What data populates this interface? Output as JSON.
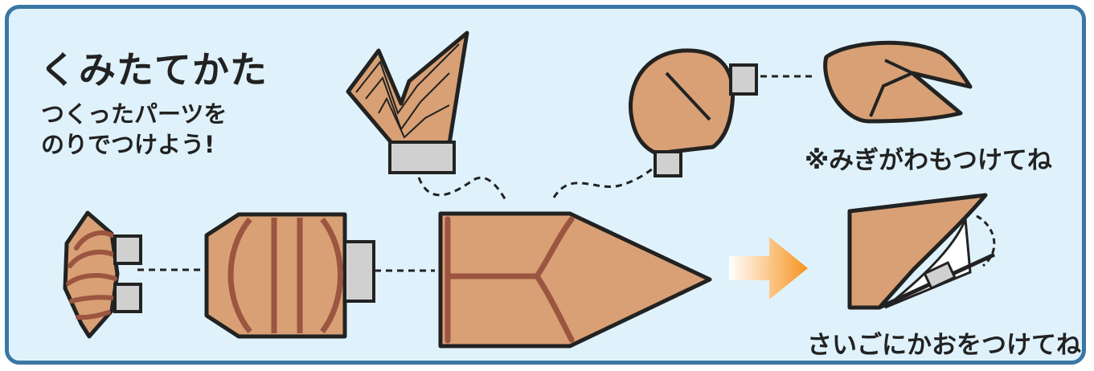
{
  "title": "くみたてかた",
  "instruction": {
    "line1": "つくったパーツを",
    "line2": "のりでつけよう!"
  },
  "note_right_side": "※みぎがわもつけてね",
  "final_step": "さいごにかおをつけてね",
  "colors": {
    "border": "#3a77a4",
    "background": "#dff2fb",
    "part_fill": "#d8a074",
    "part_stripe": "#9c5540",
    "tab_fill": "#d0d0d0",
    "arrow": "#f7931e"
  }
}
